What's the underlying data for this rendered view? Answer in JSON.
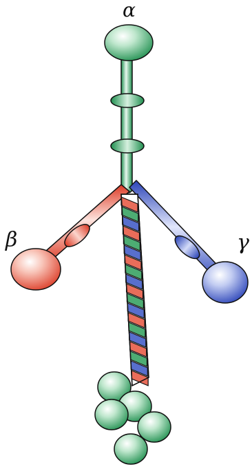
{
  "labels": {
    "alpha": "α",
    "beta": "β",
    "gamma": "γ"
  },
  "colors": {
    "alpha_chain": "#2e9e5b",
    "beta_chain": "#e5533d",
    "gamma_chain": "#3b56c4",
    "outline": "#111111"
  }
}
